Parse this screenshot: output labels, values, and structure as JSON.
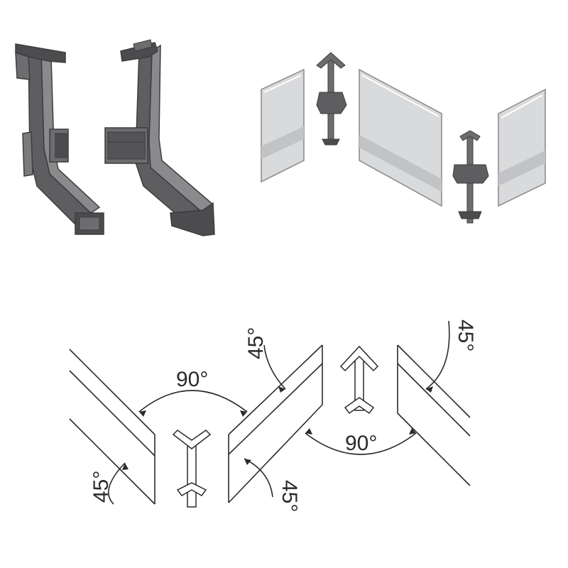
{
  "colors": {
    "part_fill": "#5e5e60",
    "part_dark": "#3d3d3f",
    "part_light": "#8a8a8c",
    "panel_fill": "#d9dadb",
    "panel_band": "#c2c3c4",
    "line": "#2a2a2a"
  },
  "icons": [
    "corner-connector-part-icon",
    "corner-connector-drawing-icon"
  ],
  "angles": {
    "left_right_angle": "90°",
    "right_right_angle": "90°",
    "left_top_45": "45°",
    "left_bottom_45": "45°",
    "center_bottom_45": "45°",
    "right_top_45": "45°"
  }
}
